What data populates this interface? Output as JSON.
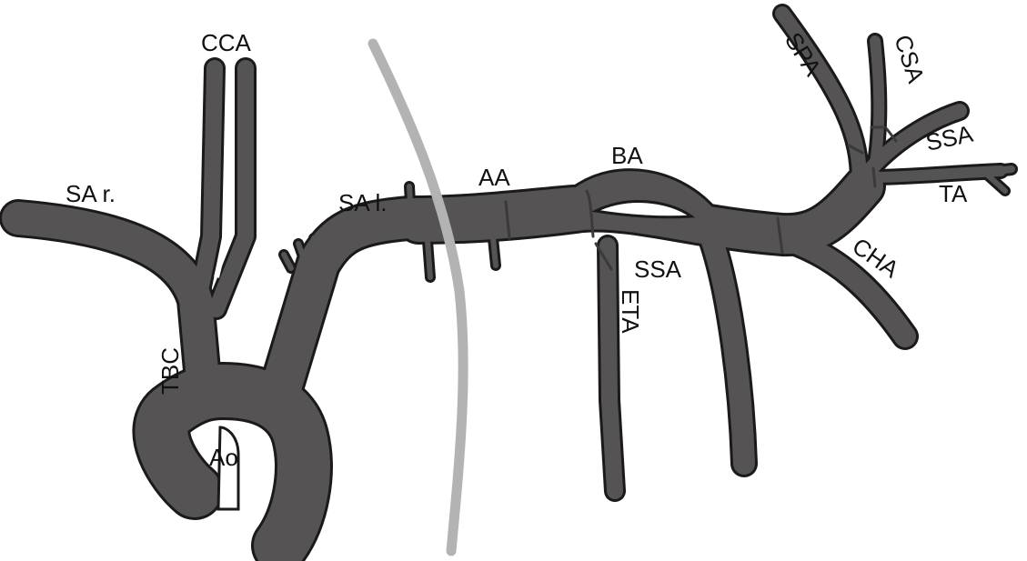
{
  "diagram": {
    "labels": {
      "cca": "CCA",
      "sa_r": "SA r.",
      "sa_l": "SA l.",
      "tbc": "TBC",
      "ao": "Ao",
      "aa": "AA",
      "ba": "BA",
      "ssa_mid": "SSA",
      "eta": "ETA",
      "spa": "SPA",
      "csa": "CSA",
      "ssa_right": "SSA",
      "ta": "TA",
      "cha": "CHA"
    },
    "colors": {
      "vessel_fill": "#555354",
      "vessel_outline": "#1a1a1a",
      "overlay_line": "#b3b3b3",
      "background": "#ffffff"
    }
  }
}
